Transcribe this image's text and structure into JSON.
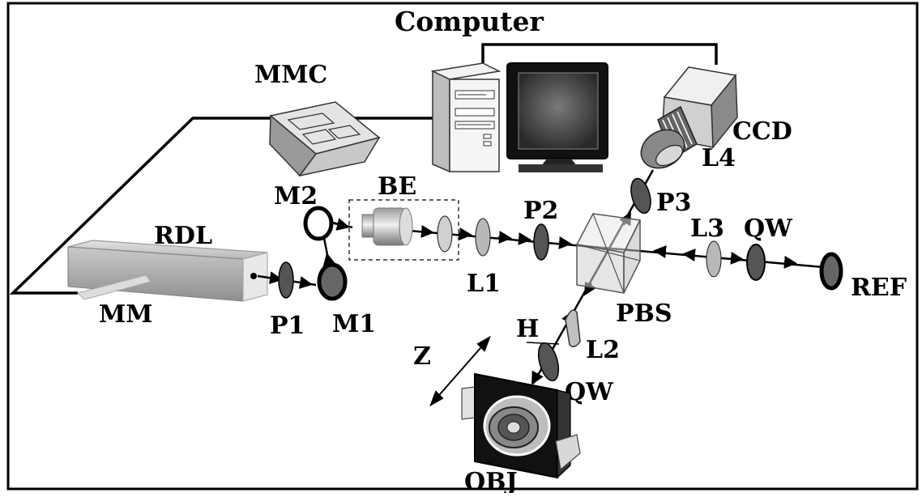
{
  "labels": {
    "computer": "Computer",
    "mmc": "MMC",
    "ccd": "CCD",
    "rdl": "RDL",
    "mm": "MM",
    "p1": "P1",
    "m1": "M1",
    "m2": "M2",
    "be": "BE",
    "l1": "L1",
    "p2": "P2",
    "p3": "P3",
    "l4": "L4",
    "pbs": "PBS",
    "l3": "L3",
    "qw_ref": "QW",
    "ref": "REF",
    "h": "H",
    "l2": "L2",
    "qw_obj": "QW",
    "z": "Z",
    "obj": "OBJ"
  }
}
